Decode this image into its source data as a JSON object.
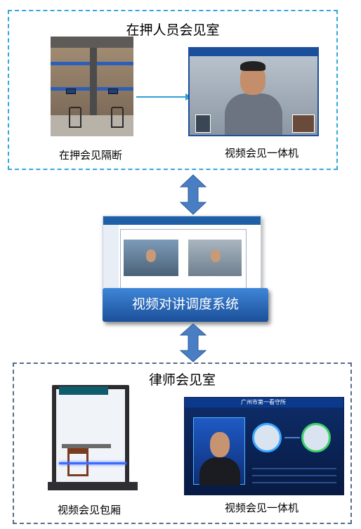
{
  "detainee_room": {
    "title": "在押人员会见室",
    "booth_caption": "在押会见隔断",
    "terminal_caption": "视频会见一体机"
  },
  "central_system": {
    "label": "视频对讲调度系统"
  },
  "lawyer_room": {
    "title": "律师会见室",
    "cabin_caption": "视频会见包厢",
    "terminal_caption": "视频会见一体机",
    "screen_header": "广州市第一看守所"
  },
  "colors": {
    "detainee_border": "#34a7dc",
    "lawyer_border": "#566d86",
    "arrow_fill": "#4a7ec2",
    "system_label_bg": "#2460b0"
  }
}
